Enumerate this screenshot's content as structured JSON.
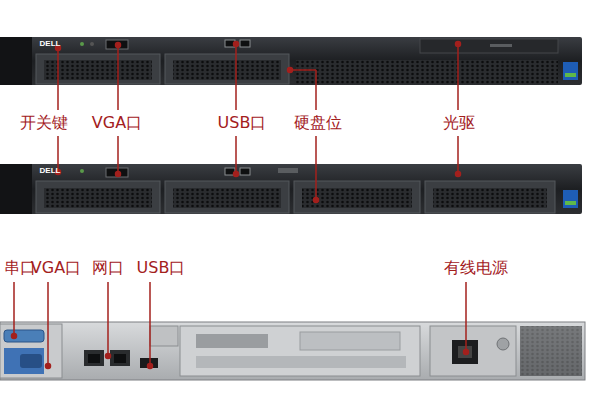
{
  "diagram": {
    "labels": [
      "DELL",
      "DELL",
      "开关键",
      "VGA口",
      "USB口",
      "硬盘位",
      "光驱",
      "串口",
      "VGA口",
      "网口",
      "USB口",
      "有线电源"
    ]
  }
}
